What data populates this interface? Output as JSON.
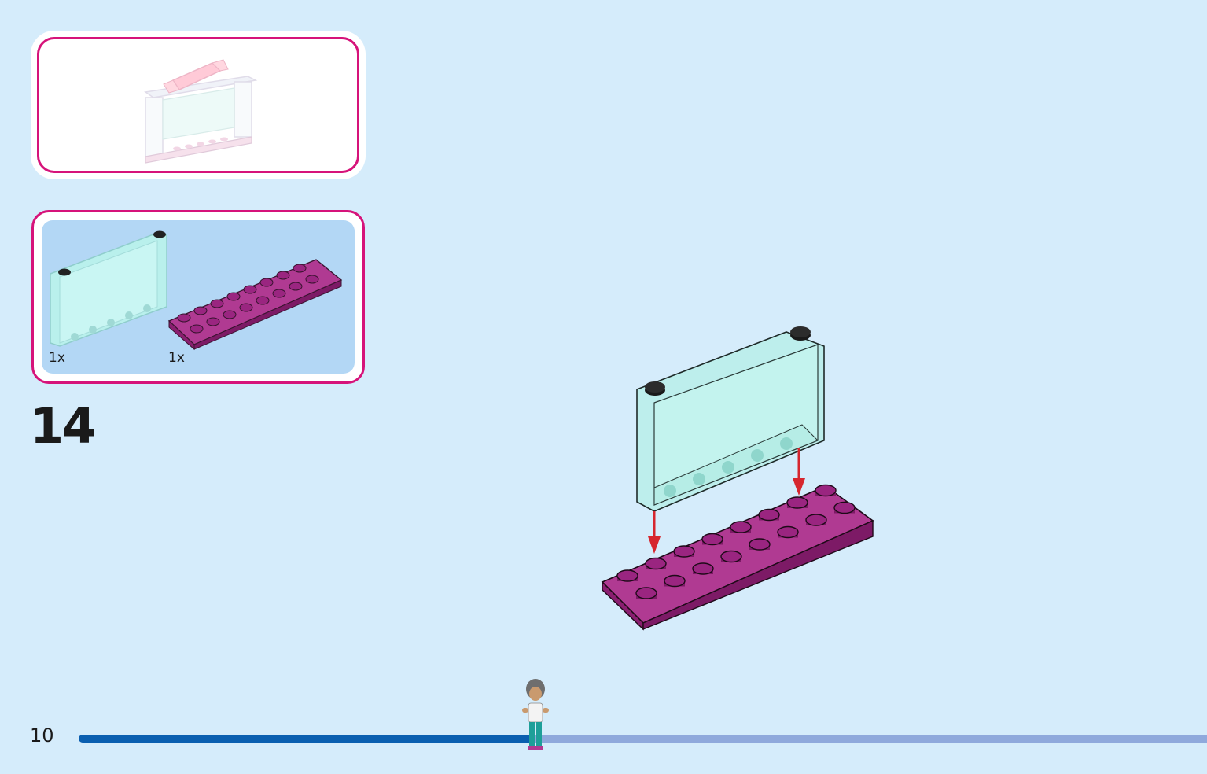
{
  "step": {
    "number": "14"
  },
  "page": {
    "number": "10"
  },
  "parts": [
    {
      "name": "transparent-panel",
      "quantity": "1x"
    },
    {
      "name": "magenta-plate",
      "quantity": "1x"
    }
  ],
  "progress": {
    "fraction": 0.405
  },
  "colors": {
    "panel_border": "#d6137a",
    "background": "#d5ecfb",
    "plate": "#a32886",
    "glass": "#b9eef0",
    "arrow": "#d6262e",
    "progress_done": "#0a5fb0",
    "progress_remaining": "#8fa9dc"
  }
}
